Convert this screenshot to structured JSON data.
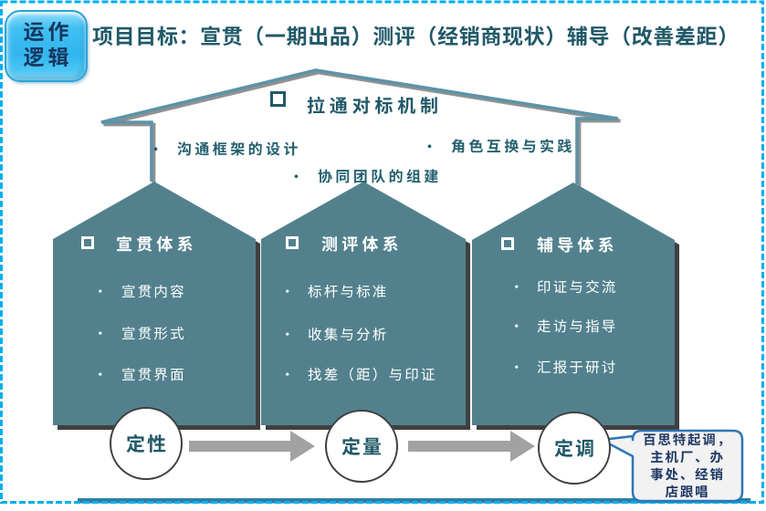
{
  "page": {
    "border_color": "#00AEEF",
    "background": "#FFFFFF"
  },
  "badge": {
    "line1": "运作",
    "line2": "逻辑",
    "text_color": "#17375E"
  },
  "headline": {
    "text": "项目目标：宣贯（一期出品）测评（经销商现状）辅导（改善差距）",
    "color": "#215968"
  },
  "roof": {
    "title": "拉通对标机制",
    "bullet_char": "•",
    "bullets": [
      "沟通框架的设计",
      "协同团队的组建",
      "角色互换与实践"
    ],
    "stroke_color": "#4E8BA0"
  },
  "houses": [
    {
      "title": "宣贯体系",
      "items": [
        "宣贯内容",
        "宣贯形式",
        "宣贯界面"
      ]
    },
    {
      "title": "测评体系",
      "items": [
        "标杆与标准",
        "收集与分析",
        "找差（距）与印证"
      ]
    },
    {
      "title": "辅导体系",
      "items": [
        "印证与交流",
        "走访与指导",
        "汇报于研讨"
      ]
    }
  ],
  "house_style": {
    "fill": "#52818D",
    "shadow": "#3F3F3F",
    "text_color": "#FFFFFF"
  },
  "process": {
    "steps": [
      "定性",
      "定量",
      "定调"
    ],
    "arrow_color": "#A2A2A2",
    "circle_fill": "#FFFFFF",
    "circle_border": "#404040"
  },
  "callout": {
    "lines": [
      "百思特起调，",
      "主机厂、办",
      "事处、经销",
      "店跟唱"
    ],
    "border_color": "#2E75B6",
    "fill": "#F2F2F2",
    "text_color": "#1F3864"
  },
  "bottom_bar": {
    "color": "#2E7FA0"
  }
}
